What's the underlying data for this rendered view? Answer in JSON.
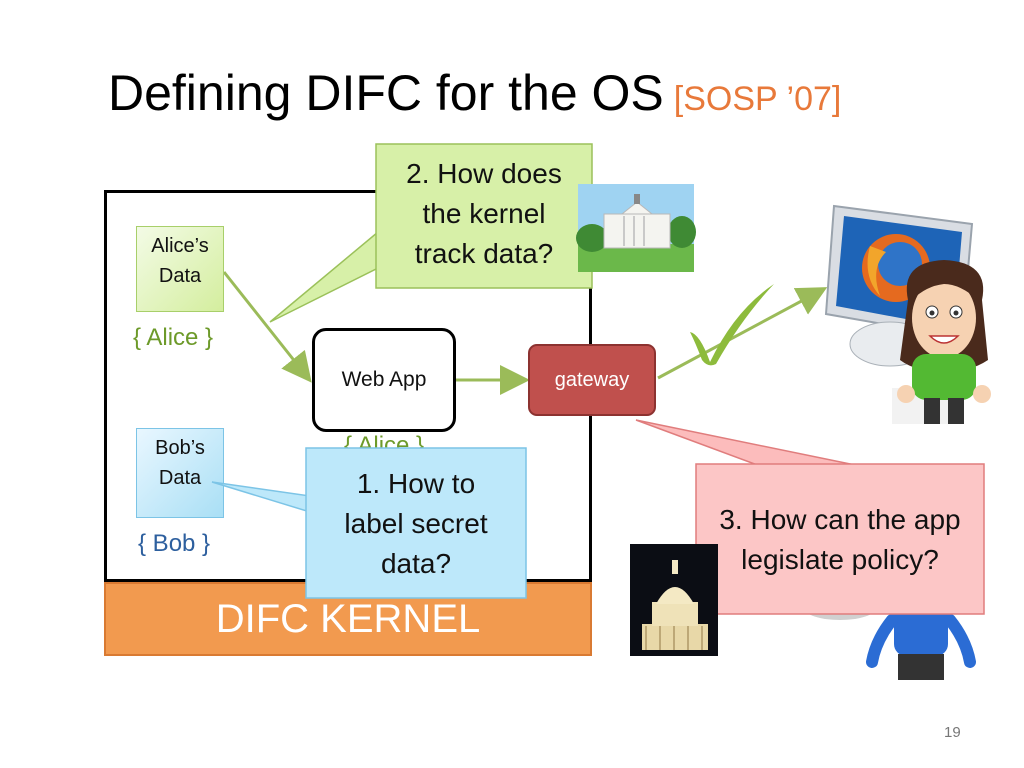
{
  "slide": {
    "title": "Defining DIFC for the OS",
    "citation": "[SOSP ’07]",
    "page_number": "19"
  },
  "diagram": {
    "alice_note": {
      "line1": "Alice’s",
      "line2": "Data"
    },
    "alice_label": "{ Alice }",
    "bob_note": {
      "line1": "Bob’s",
      "line2": "Data"
    },
    "bob_label": "{ Bob }",
    "webapp": "Web App",
    "webapp_label": "{ Alice }",
    "gateway": "gateway",
    "kernel": "DIFC KERNEL"
  },
  "callouts": {
    "q1": [
      "1. How to",
      "label secret",
      "data?"
    ],
    "q2": [
      "2. How does",
      "the kernel",
      "track data?"
    ],
    "q3": [
      "3. How can the app",
      "legislate policy?"
    ]
  },
  "colors": {
    "alice_green": "#6d9a2a",
    "bob_blue": "#2d5f9e",
    "gateway_red": "#c0504d",
    "kernel_orange": "#f29a4f",
    "citation_orange": "#e8793a"
  },
  "icons": [
    "white-house-icon",
    "firefox-monitor-icon",
    "checkmark-icon",
    "alice-avatar-icon",
    "bob-avatar-icon",
    "capitol-icon"
  ]
}
